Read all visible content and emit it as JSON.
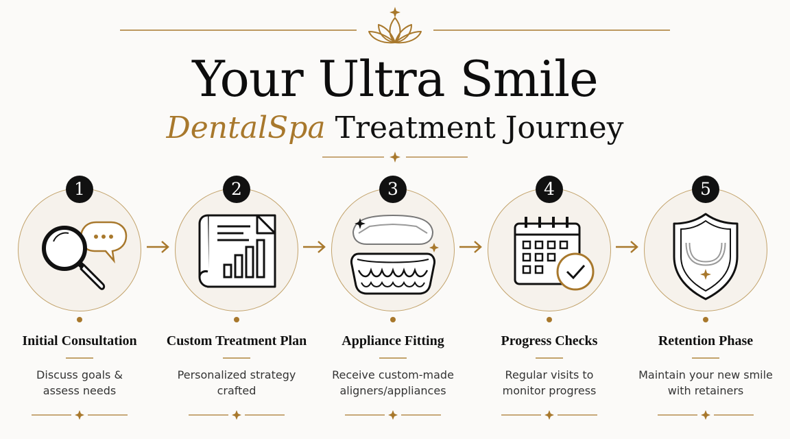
{
  "header": {
    "title": "Your Ultra Smile",
    "subtitle_accent": "DentalSpa",
    "subtitle_rest": " Treatment Journey"
  },
  "colors": {
    "gold": "#a8782c",
    "gold_light": "#c2a26a",
    "ink": "#111111",
    "background": "#fbfaf8"
  },
  "steps": [
    {
      "number": "1",
      "title": "Initial Consultation",
      "description_line1": "Discuss goals &",
      "description_line2": "assess needs",
      "icon": "magnifier-chat-icon"
    },
    {
      "number": "2",
      "title": "Custom Treatment Plan",
      "description_line1": "Personalized strategy",
      "description_line2": "crafted",
      "icon": "blueprint-chart-icon"
    },
    {
      "number": "3",
      "title": "Appliance Fitting",
      "description_line1": "Receive custom-made",
      "description_line2": "aligners/appliances",
      "icon": "aligner-teeth-icon"
    },
    {
      "number": "4",
      "title": "Progress Checks",
      "description_line1": "Regular visits to",
      "description_line2": "monitor progress",
      "icon": "calendar-check-icon"
    },
    {
      "number": "5",
      "title": "Retention Phase",
      "description_line1": "Maintain your new smile",
      "description_line2": "with retainers",
      "icon": "shield-retainer-icon"
    }
  ]
}
